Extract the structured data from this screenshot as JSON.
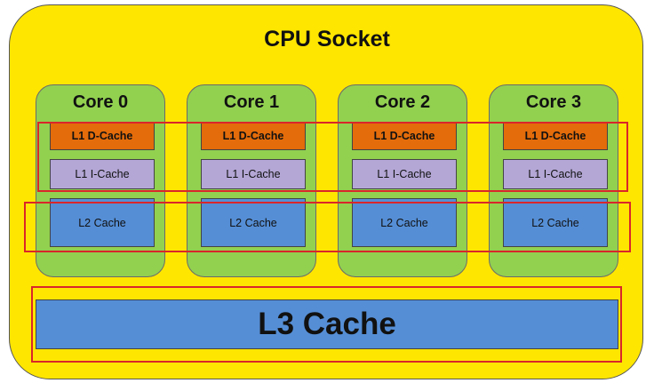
{
  "socket": {
    "title": "CPU Socket"
  },
  "cores": [
    {
      "label": "Core 0",
      "l1d": "L1 D-Cache",
      "l1i": "L1 I-Cache",
      "l2": "L2 Cache"
    },
    {
      "label": "Core 1",
      "l1d": "L1 D-Cache",
      "l1i": "L1 I-Cache",
      "l2": "L2 Cache"
    },
    {
      "label": "Core 2",
      "l1d": "L1 D-Cache",
      "l1i": "L1 I-Cache",
      "l2": "L2 Cache"
    },
    {
      "label": "Core 3",
      "l1d": "L1 D-Cache",
      "l1i": "L1 I-Cache",
      "l2": "L2 Cache"
    }
  ],
  "l3": {
    "label": "L3 Cache"
  },
  "colors": {
    "socket": "#ffe600",
    "core": "#92d050",
    "l1d": "#e46c0a",
    "l1i": "#b4a7d6",
    "l2": "#558ed5",
    "l3": "#558ed5",
    "highlight": "#d9262a"
  }
}
